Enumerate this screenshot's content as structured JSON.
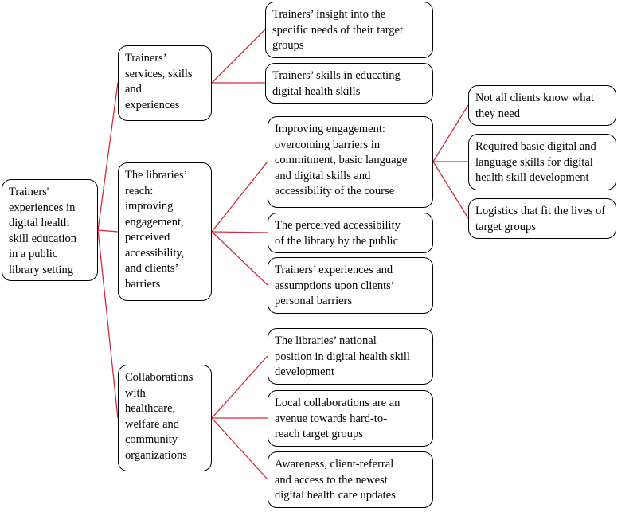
{
  "colors": {
    "connector": "#d42b3a",
    "border": "#000000",
    "background": "#ffffff"
  },
  "root": {
    "label": "Trainers'\nexperiences in\ndigital health\nskill education\nin a public\nlibrary setting"
  },
  "themes": [
    {
      "label": "Trainers’\nservices, skills\nand\nexperiences",
      "subthemes": [
        {
          "label": "Trainers’ insight into the\nspecific needs of their target\ngroups",
          "children": []
        },
        {
          "label": "Trainers’ skills in educating\ndigital health skills",
          "children": []
        }
      ]
    },
    {
      "label": "The libraries’\nreach:\nimproving\nengagement,\nperceived\naccessibility,\nand clients’\nbarriers",
      "subthemes": [
        {
          "label": "Improving engagement:\novercoming barriers in\ncommitment, basic language\nand digital skills and\naccessibility of the course",
          "children": [
            {
              "label": "Not all clients know what\nthey need"
            },
            {
              "label": "Required basic digital and\nlanguage skills for digital\nhealth skill development"
            },
            {
              "label": "Logistics that fit the lives of\ntarget groups"
            }
          ]
        },
        {
          "label": "The perceived accessibility\nof the library by the public",
          "children": []
        },
        {
          "label": "Trainers’ experiences and\nassumptions upon clients’\npersonal barriers",
          "children": []
        }
      ]
    },
    {
      "label": "Collaborations\nwith\nhealthcare,\nwelfare and\ncommunity\norganizations",
      "subthemes": [
        {
          "label": "The libraries’ national\nposition in digital health skill\ndevelopment",
          "children": []
        },
        {
          "label": "Local collaborations are an\navenue towards hard-to-\nreach target groups",
          "children": []
        },
        {
          "label": "Awareness, client-referral\nand access to the newest\ndigital health care updates",
          "children": []
        }
      ]
    }
  ]
}
